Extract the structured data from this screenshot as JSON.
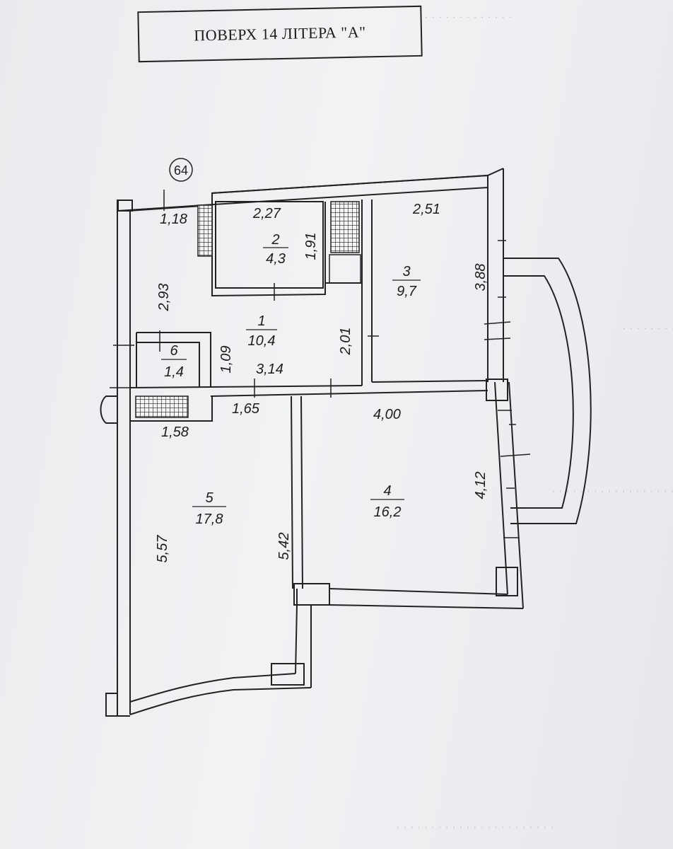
{
  "title": "ПОВЕРХ 14  ЛІТЕРА \"А\"",
  "plan_number": "64",
  "rooms": [
    {
      "id": "room-1",
      "number": "1",
      "area": "10,4"
    },
    {
      "id": "room-2",
      "number": "2",
      "area": "4,3"
    },
    {
      "id": "room-3",
      "number": "3",
      "area": "9,7"
    },
    {
      "id": "room-4",
      "number": "4",
      "area": "16,2"
    },
    {
      "id": "room-5",
      "number": "5",
      "area": "17,8"
    },
    {
      "id": "room-6",
      "number": "6",
      "area": "1,4"
    }
  ],
  "dimensions": [
    "1,18",
    "2,93",
    "2,27",
    "1,91",
    "2,51",
    "3,88",
    "2,01",
    "1,09",
    "3,14",
    "1,65",
    "1,58",
    "4,00",
    "4,12",
    "5,57",
    "5,42"
  ],
  "colors": {
    "ink": "#222222",
    "paper": "#eceef1"
  }
}
